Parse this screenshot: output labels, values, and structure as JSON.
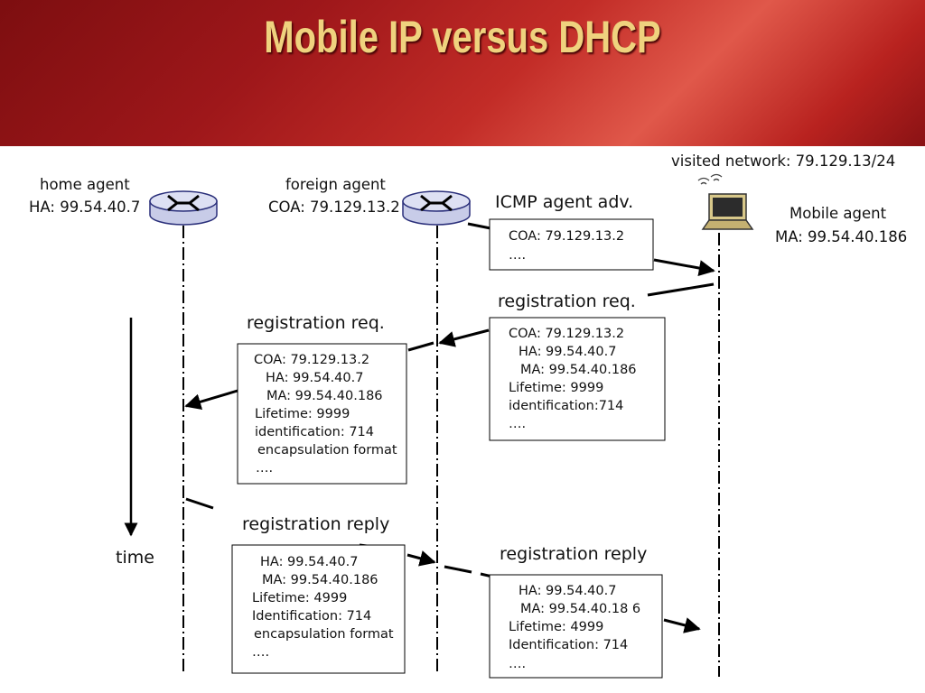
{
  "slide": {
    "title": "Mobile IP versus DHCP"
  },
  "nodes": {
    "home_agent": {
      "name": "home agent",
      "address": "HA: 99.54.40.7"
    },
    "foreign_agent": {
      "name": "foreign agent",
      "address": "COA: 79.129.13.2"
    },
    "mobile_agent": {
      "name": "Mobile agent",
      "address": "MA: 99.54.40.186"
    },
    "visited_network": "visited network: 79.129.13/24"
  },
  "time_label": "time",
  "messages": {
    "icmp_adv": {
      "label": "ICMP agent adv.",
      "lines": [
        "COA: 79.129.13.2",
        "…."
      ]
    },
    "reg_req_ma": {
      "label": "registration req.",
      "lines": [
        "COA:  79.129.13.2",
        "HA: 99.54.40.7",
        "MA: 99.54.40.186",
        "Lifetime: 9999",
        "identification:714",
        "…."
      ]
    },
    "reg_req_fa": {
      "label": "registration req.",
      "lines": [
        "COA:  79.129.13.2",
        "HA: 99.54.40.7",
        "MA: 99.54.40.186",
        "Lifetime: 9999",
        "identification: 714",
        "encapsulation format",
        "…."
      ]
    },
    "reg_reply_ha": {
      "label": "registration reply",
      "lines": [
        "HA: 99.54.40.7",
        "MA: 99.54.40.186",
        "Lifetime: 4999",
        "Identification: 714",
        "encapsulation format",
        "…."
      ]
    },
    "reg_reply_fa": {
      "label": "registration reply",
      "lines": [
        "HA: 99.54.40.7",
        "MA: 99.54.40.18 6",
        "Lifetime: 4999",
        "Identification: 714",
        "…."
      ]
    }
  },
  "colors": {
    "router_fill": "#c8cce8",
    "router_stroke": "#2a2f7a",
    "title": "#efd27e"
  }
}
